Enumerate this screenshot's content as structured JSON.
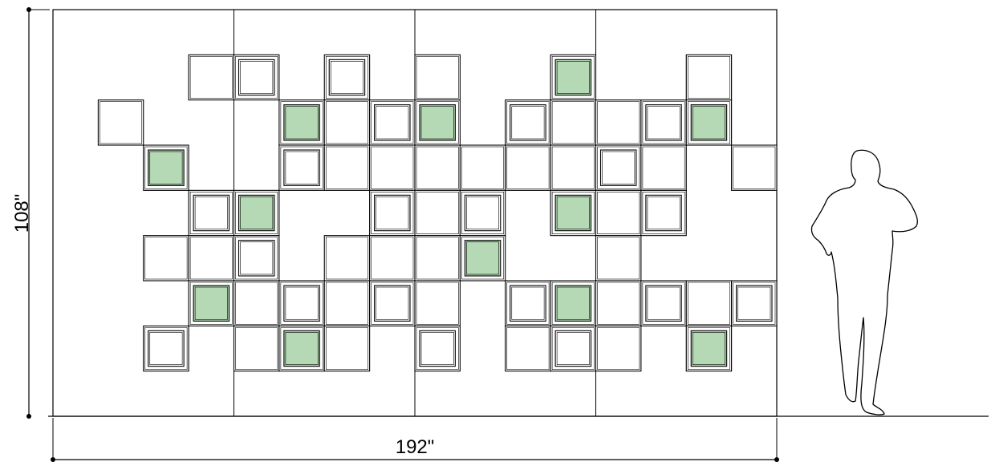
{
  "dimensions": {
    "height_label": "108\"",
    "width_label": "192\""
  },
  "colors": {
    "line": "#000000",
    "frame_fill": "#ffffff",
    "planter_fill": "#b5d9b5",
    "background": "#ffffff"
  },
  "wall": {
    "columns": 16,
    "rows": 9,
    "panel_divisions": 4,
    "cells": [
      [
        3,
        1,
        "empty"
      ],
      [
        4,
        1,
        "frame"
      ],
      [
        6,
        1,
        "frame"
      ],
      [
        8,
        1,
        "empty"
      ],
      [
        11,
        1,
        "planter"
      ],
      [
        14,
        1,
        "empty"
      ],
      [
        1,
        2,
        "empty"
      ],
      [
        5,
        2,
        "planter"
      ],
      [
        6,
        2,
        "empty"
      ],
      [
        7,
        2,
        "frame"
      ],
      [
        8,
        2,
        "planter"
      ],
      [
        10,
        2,
        "frame"
      ],
      [
        11,
        2,
        "empty"
      ],
      [
        12,
        2,
        "empty"
      ],
      [
        13,
        2,
        "frame"
      ],
      [
        14,
        2,
        "planter"
      ],
      [
        2,
        3,
        "planter"
      ],
      [
        5,
        3,
        "frame"
      ],
      [
        6,
        3,
        "empty"
      ],
      [
        7,
        3,
        "empty"
      ],
      [
        8,
        3,
        "empty"
      ],
      [
        9,
        3,
        "empty"
      ],
      [
        10,
        3,
        "empty"
      ],
      [
        11,
        3,
        "empty"
      ],
      [
        12,
        3,
        "frame"
      ],
      [
        13,
        3,
        "empty"
      ],
      [
        15,
        3,
        "empty"
      ],
      [
        3,
        4,
        "frame"
      ],
      [
        4,
        4,
        "planter"
      ],
      [
        7,
        4,
        "frame"
      ],
      [
        8,
        4,
        "empty"
      ],
      [
        9,
        4,
        "frame"
      ],
      [
        11,
        4,
        "planter"
      ],
      [
        12,
        4,
        "empty"
      ],
      [
        13,
        4,
        "frame"
      ],
      [
        2,
        5,
        "empty"
      ],
      [
        3,
        5,
        "empty"
      ],
      [
        4,
        5,
        "frame"
      ],
      [
        6,
        5,
        "empty"
      ],
      [
        7,
        5,
        "empty"
      ],
      [
        8,
        5,
        "empty"
      ],
      [
        9,
        5,
        "planter"
      ],
      [
        12,
        5,
        "empty"
      ],
      [
        3,
        6,
        "planter"
      ],
      [
        4,
        6,
        "empty"
      ],
      [
        5,
        6,
        "frame"
      ],
      [
        6,
        6,
        "empty"
      ],
      [
        7,
        6,
        "frame"
      ],
      [
        8,
        6,
        "empty"
      ],
      [
        10,
        6,
        "frame"
      ],
      [
        11,
        6,
        "planter"
      ],
      [
        12,
        6,
        "empty"
      ],
      [
        13,
        6,
        "frame"
      ],
      [
        14,
        6,
        "empty"
      ],
      [
        15,
        6,
        "frame"
      ],
      [
        2,
        7,
        "frame"
      ],
      [
        4,
        7,
        "empty"
      ],
      [
        5,
        7,
        "planter"
      ],
      [
        6,
        7,
        "empty"
      ],
      [
        8,
        7,
        "frame"
      ],
      [
        10,
        7,
        "empty"
      ],
      [
        11,
        7,
        "frame"
      ],
      [
        12,
        7,
        "empty"
      ],
      [
        14,
        7,
        "planter"
      ]
    ]
  },
  "figure": {
    "type": "human-silhouette"
  }
}
